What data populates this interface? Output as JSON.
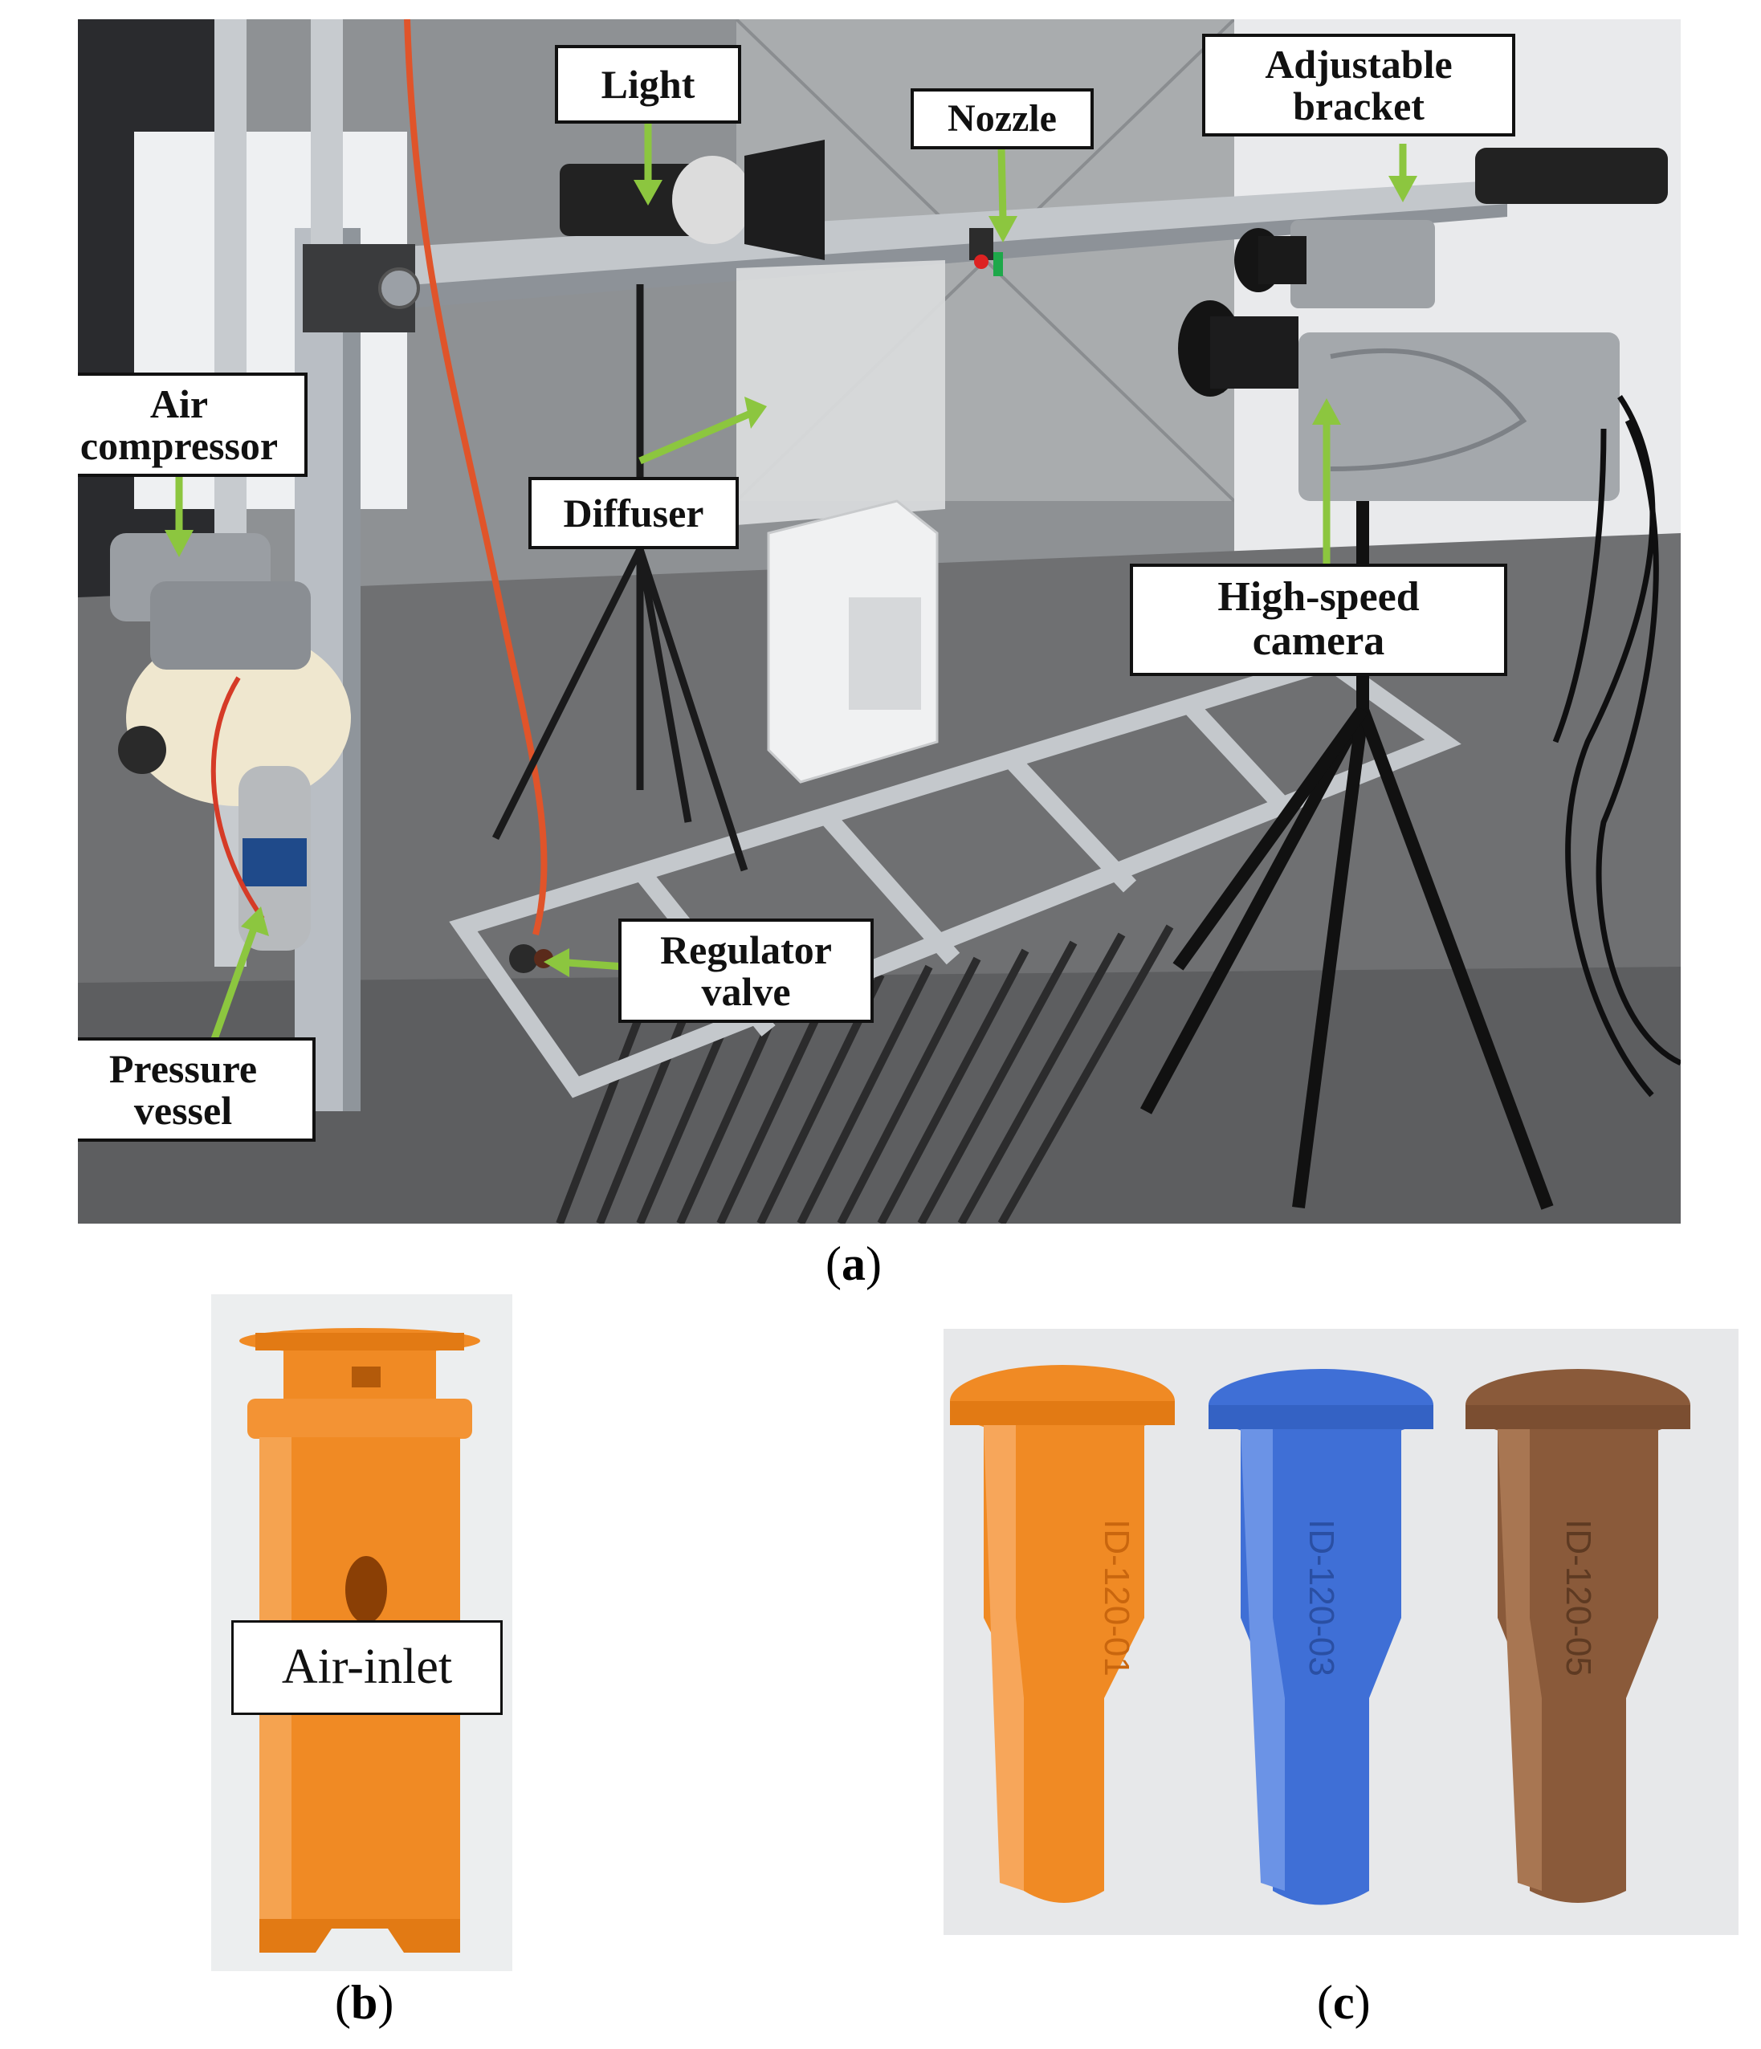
{
  "panel_a": {
    "callouts": {
      "light": "Light",
      "nozzle": "Nozzle",
      "adjustable_bracket": [
        "Adjustable",
        "bracket"
      ],
      "air_compressor": [
        "Air",
        "compressor"
      ],
      "diffuser": "Diffuser",
      "high_speed_camera": [
        "High-speed",
        "camera"
      ],
      "regulator_valve": [
        "Regulator",
        "valve"
      ],
      "pressure_vessel": [
        "Pressure",
        "vessel"
      ]
    },
    "caption_letter": "a"
  },
  "panel_b": {
    "callout": "Air-inlet",
    "caption_letter": "b"
  },
  "panel_c": {
    "nozzle_labels": [
      "ID-120-01",
      "ID-120-03",
      "ID-120-05"
    ],
    "caption_letter": "c"
  },
  "colors": {
    "arrow": "#8cc63f",
    "nozzle_orange": "#f08a24",
    "nozzle_blue": "#3f6fd6",
    "nozzle_brown": "#8a5a3a",
    "frame_aluminum": "#b9bec4"
  }
}
